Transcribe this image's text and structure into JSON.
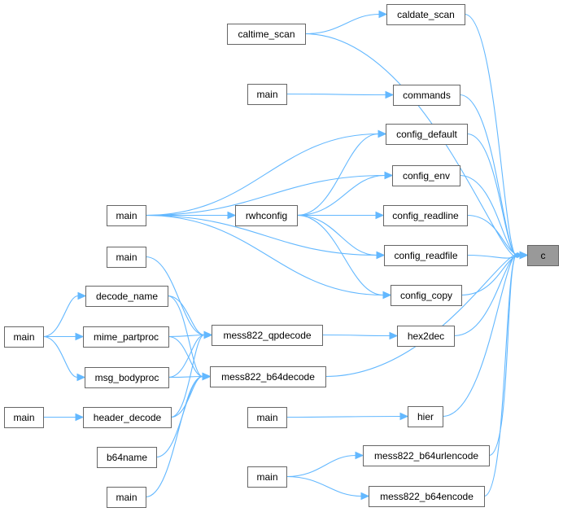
{
  "graph": {
    "target": "c",
    "edge_color": "#63b8ff",
    "highlight_color": "#999999",
    "nodes": [
      {
        "id": "c",
        "label": "c",
        "highlight": true
      },
      {
        "id": "caldate_scan",
        "label": "caldate_scan"
      },
      {
        "id": "caltime_scan",
        "label": "caltime_scan"
      },
      {
        "id": "main1",
        "label": "main"
      },
      {
        "id": "commands",
        "label": "commands"
      },
      {
        "id": "config_default",
        "label": "config_default"
      },
      {
        "id": "config_env",
        "label": "config_env"
      },
      {
        "id": "main2",
        "label": "main"
      },
      {
        "id": "rwhconfig",
        "label": "rwhconfig"
      },
      {
        "id": "config_readline",
        "label": "config_readline"
      },
      {
        "id": "config_readfile",
        "label": "config_readfile"
      },
      {
        "id": "main3",
        "label": "main"
      },
      {
        "id": "config_copy",
        "label": "config_copy"
      },
      {
        "id": "decode_name",
        "label": "decode_name"
      },
      {
        "id": "main4",
        "label": "main"
      },
      {
        "id": "mime_partproc",
        "label": "mime_partproc"
      },
      {
        "id": "mess822_qpdecode",
        "label": "mess822_qpdecode"
      },
      {
        "id": "hex2dec",
        "label": "hex2dec"
      },
      {
        "id": "msg_bodyproc",
        "label": "msg_bodyproc"
      },
      {
        "id": "mess822_b64decode",
        "label": "mess822_b64decode"
      },
      {
        "id": "main5",
        "label": "main"
      },
      {
        "id": "header_decode",
        "label": "header_decode"
      },
      {
        "id": "main6",
        "label": "main"
      },
      {
        "id": "hier",
        "label": "hier"
      },
      {
        "id": "b64name",
        "label": "b64name"
      },
      {
        "id": "mess822_b64urlencode",
        "label": "mess822_b64urlencode"
      },
      {
        "id": "main7",
        "label": "main"
      },
      {
        "id": "mess822_b64encode",
        "label": "mess822_b64encode"
      },
      {
        "id": "main8",
        "label": "main"
      }
    ],
    "edges": [
      {
        "from": "caltime_scan",
        "to": "caldate_scan"
      },
      {
        "from": "caldate_scan",
        "to": "c"
      },
      {
        "from": "caltime_scan",
        "to": "c"
      },
      {
        "from": "main1",
        "to": "commands"
      },
      {
        "from": "commands",
        "to": "c"
      },
      {
        "from": "main2",
        "to": "config_default"
      },
      {
        "from": "main2",
        "to": "config_env"
      },
      {
        "from": "main2",
        "to": "rwhconfig"
      },
      {
        "from": "main2",
        "to": "config_readfile"
      },
      {
        "from": "main2",
        "to": "config_copy"
      },
      {
        "from": "rwhconfig",
        "to": "config_default"
      },
      {
        "from": "rwhconfig",
        "to": "config_env"
      },
      {
        "from": "rwhconfig",
        "to": "config_readline"
      },
      {
        "from": "rwhconfig",
        "to": "config_readfile"
      },
      {
        "from": "rwhconfig",
        "to": "config_copy"
      },
      {
        "from": "config_default",
        "to": "c"
      },
      {
        "from": "config_env",
        "to": "c"
      },
      {
        "from": "config_readline",
        "to": "c"
      },
      {
        "from": "config_readfile",
        "to": "c"
      },
      {
        "from": "config_copy",
        "to": "c"
      },
      {
        "from": "main3",
        "to": "mess822_qpdecode"
      },
      {
        "from": "main4",
        "to": "decode_name"
      },
      {
        "from": "main4",
        "to": "mime_partproc"
      },
      {
        "from": "main4",
        "to": "msg_bodyproc"
      },
      {
        "from": "decode_name",
        "to": "mess822_qpdecode"
      },
      {
        "from": "decode_name",
        "to": "mess822_b64decode"
      },
      {
        "from": "mime_partproc",
        "to": "mess822_qpdecode"
      },
      {
        "from": "mime_partproc",
        "to": "mess822_b64decode"
      },
      {
        "from": "msg_bodyproc",
        "to": "mess822_qpdecode"
      },
      {
        "from": "msg_bodyproc",
        "to": "mess822_b64decode"
      },
      {
        "from": "main5",
        "to": "header_decode"
      },
      {
        "from": "header_decode",
        "to": "mess822_qpdecode"
      },
      {
        "from": "header_decode",
        "to": "mess822_b64decode"
      },
      {
        "from": "b64name",
        "to": "mess822_b64decode"
      },
      {
        "from": "main8",
        "to": "mess822_b64decode"
      },
      {
        "from": "mess822_qpdecode",
        "to": "hex2dec"
      },
      {
        "from": "hex2dec",
        "to": "c"
      },
      {
        "from": "mess822_b64decode",
        "to": "c"
      },
      {
        "from": "main6",
        "to": "hier"
      },
      {
        "from": "hier",
        "to": "c"
      },
      {
        "from": "main7",
        "to": "mess822_b64urlencode"
      },
      {
        "from": "main7",
        "to": "mess822_b64encode"
      },
      {
        "from": "mess822_b64urlencode",
        "to": "c"
      },
      {
        "from": "mess822_b64encode",
        "to": "c"
      }
    ]
  }
}
